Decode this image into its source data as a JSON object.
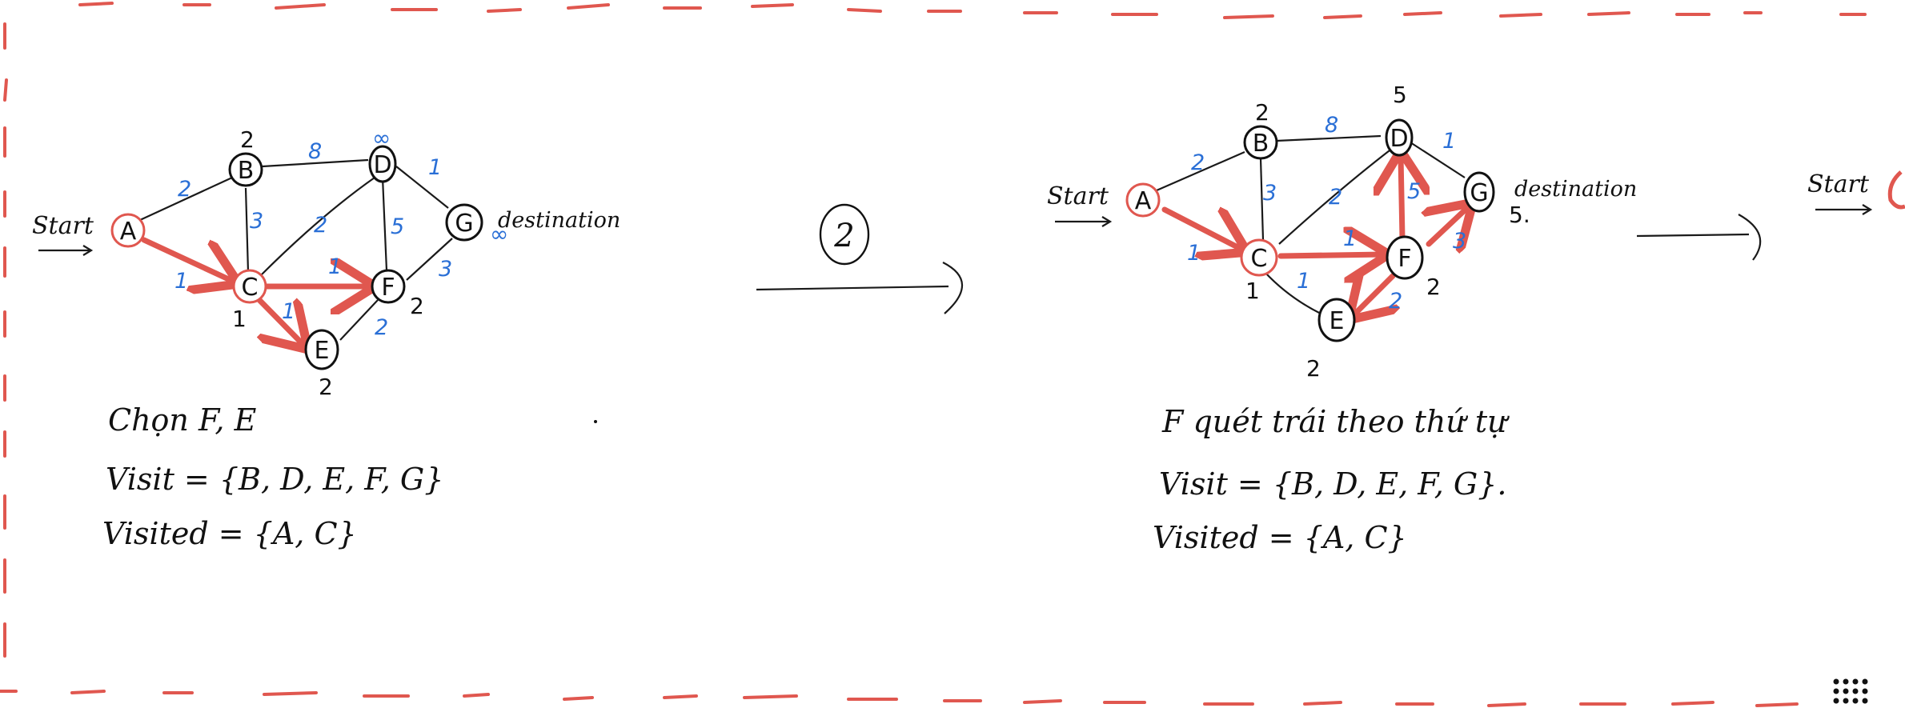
{
  "step_badge": "2",
  "left_graph": {
    "start_label": "Start",
    "destination_label": "destination",
    "nodes": {
      "A": "A",
      "B": "B",
      "C": "C",
      "D": "D",
      "E": "E",
      "F": "F",
      "G": "G"
    },
    "distances": {
      "B": "2",
      "C": "1",
      "D": "∞",
      "E": "2",
      "F": "2",
      "G": "∞"
    },
    "weights": {
      "AB": "2",
      "AC": "1",
      "BD": "8",
      "BC": "3",
      "CD": "2",
      "CF": "1",
      "CE": "1",
      "DF": "5",
      "DG": "1",
      "FG": "3",
      "EF": "2"
    }
  },
  "left_notes": {
    "line1": "Chọn F, E",
    "line2": "Visit = {B, D, E, F, G}",
    "line3": "Visited = {A, C}"
  },
  "right_graph": {
    "start_label": "Start",
    "destination_label": "destination",
    "nodes": {
      "A": "A",
      "B": "B",
      "C": "C",
      "D": "D",
      "E": "E",
      "F": "F",
      "G": "G"
    },
    "distances": {
      "B": "2",
      "C": "1",
      "D": "5",
      "E": "2",
      "F": "2",
      "G": "5."
    },
    "weights": {
      "AB": "2",
      "AC": "1",
      "BD": "8",
      "BC": "3",
      "CD": "2",
      "CF": "1",
      "CE": "1",
      "DF": "5",
      "DG": "1",
      "FG": "3",
      "EF": "2"
    }
  },
  "right_notes": {
    "line1": "F quét trái theo thứ tự",
    "line2": "Visit = {B, D, E, F, G}.",
    "line3": "Visited = {A, C}"
  },
  "partial_start_label": "Start",
  "colors": {
    "red": "#e0574f",
    "blue": "#2a6fd6",
    "ink": "#111111"
  },
  "icons": {
    "menu": "grid-dots-icon"
  }
}
